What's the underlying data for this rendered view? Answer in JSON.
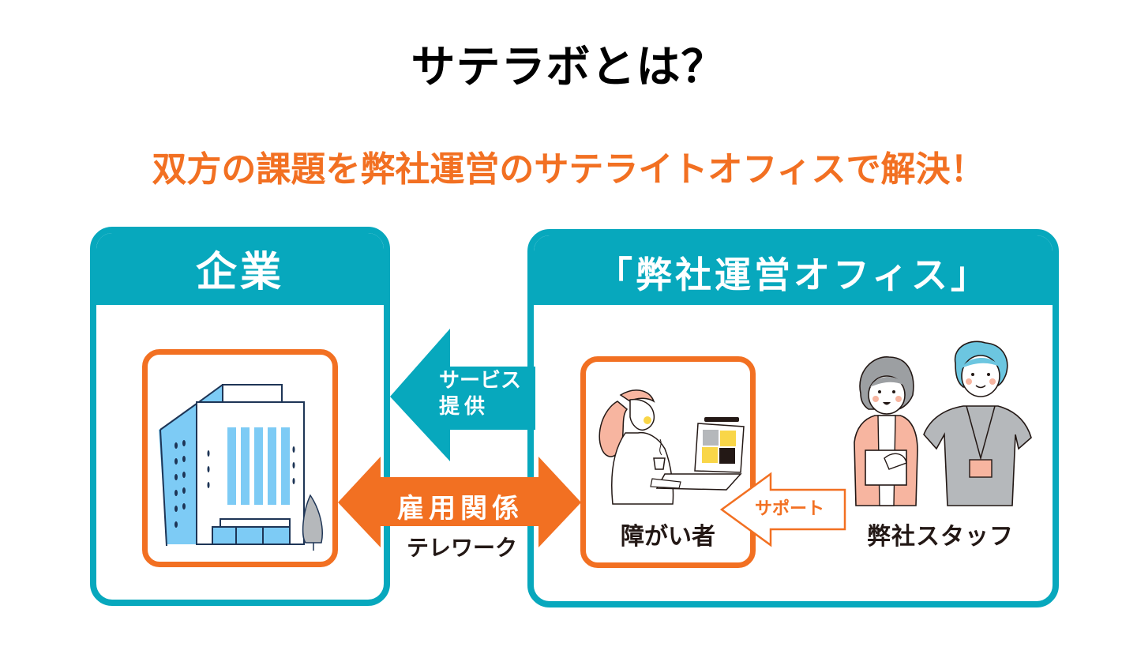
{
  "header": {
    "title": "サテラボとは？",
    "subtitle": "双方の課題を弊社運営のサテライトオフィスで解決！"
  },
  "colors": {
    "teal": "#07A8BD",
    "orange": "#F27022",
    "text_dark": "#231815",
    "illustration_blue": "#7DCBF5",
    "skin_pink": "#F7B5A0",
    "gray": "#B5B8BB"
  },
  "panels": {
    "company": {
      "header": "企業",
      "illustration": "office-building-icon"
    },
    "office": {
      "header": "「弊社運営オフィス」",
      "worker": {
        "label": "障がい者",
        "illustration": "remote-worker-laptop-icon"
      },
      "staff": {
        "label": "弊社スタッフ",
        "illustration": "staff-people-icon"
      }
    }
  },
  "arrows": {
    "service": {
      "line1": "サービス",
      "line2": "提供",
      "direction": "left"
    },
    "employment": {
      "label": "雇用関係",
      "caption": "テレワーク",
      "direction": "both"
    },
    "support": {
      "label": "サポート",
      "direction": "left"
    }
  }
}
